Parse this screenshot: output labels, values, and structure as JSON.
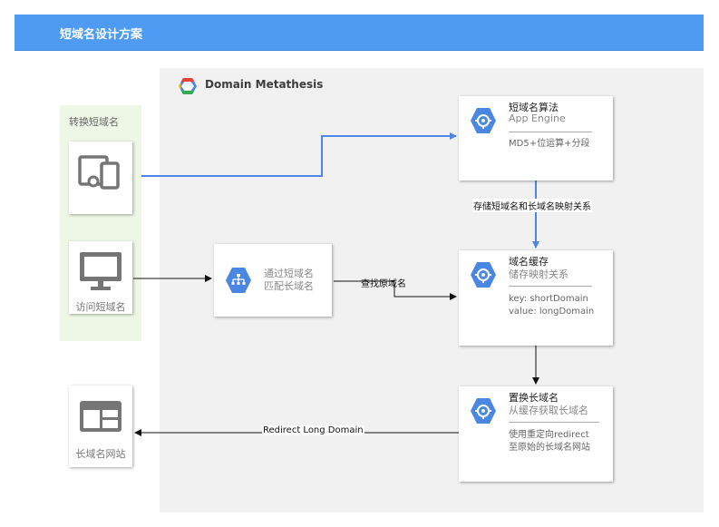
{
  "header": {
    "title": "短域名设计方案"
  },
  "project": {
    "title": "Domain Metathesis"
  },
  "group": {
    "title": "转换短域名"
  },
  "devices": {
    "mobile_label": "",
    "desktop_label": "访问短域名",
    "website_label": "长域名网站"
  },
  "services": {
    "algorithm": {
      "title": "短域名算法",
      "subtitle": "App Engine",
      "desc": [
        "MD5+位运算+分段"
      ]
    },
    "cache": {
      "title": "域名缓存",
      "subtitle": "储存映射关系",
      "desc": [
        "key: shortDomain",
        "value: longDomain"
      ]
    },
    "replace": {
      "title": "置换长域名",
      "subtitle": "从缓存获取长域名",
      "desc": [
        "使用重定向redirect",
        "至原始的长域名网站"
      ]
    },
    "matcher": {
      "title": "通过短域名",
      "subtitle": "匹配长域名"
    }
  },
  "edges": {
    "store_mapping": "存储短域名和长域名映射关系",
    "lookup_original": "查找原域名",
    "redirect": "Redirect Long Domain"
  },
  "colors": {
    "header": "#4d9bf3",
    "edge_blue": "#4d86e8",
    "hex_blue": "#4a87e3"
  }
}
